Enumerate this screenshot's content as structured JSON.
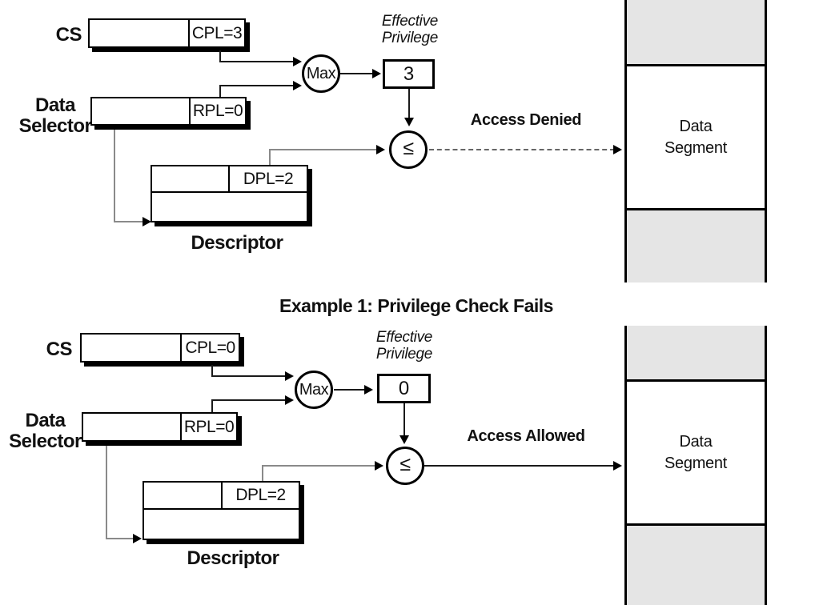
{
  "figure": {
    "caption": "Example 1: Privilege Check Fails",
    "colors": {
      "segment_fill": "#e5e5e5",
      "line_black": "#1a1a1a",
      "line_gray": "#8a8a8a"
    },
    "example1": {
      "cs_label": "CS",
      "cs_field": "CPL=3",
      "selector_label_line1": "Data",
      "selector_label_line2": "Selector",
      "selector_field": "RPL=0",
      "descriptor_field": "DPL=2",
      "descriptor_label": "Descriptor",
      "max_operator": "Max",
      "effective_label_line1": "Effective",
      "effective_label_line2": "Privilege",
      "effective_value": "3",
      "comparator": "≤",
      "result": "Access Denied",
      "result_line_style": "dashed",
      "segment_line1": "Data",
      "segment_line2": "Segment"
    },
    "example2": {
      "cs_label": "CS",
      "cs_field": "CPL=0",
      "selector_label_line1": "Data",
      "selector_label_line2": "Selector",
      "selector_field": "RPL=0",
      "descriptor_field": "DPL=2",
      "descriptor_label": "Descriptor",
      "max_operator": "Max",
      "effective_label_line1": "Effective",
      "effective_label_line2": "Privilege",
      "effective_value": "0",
      "comparator": "≤",
      "result": "Access Allowed",
      "result_line_style": "solid",
      "segment_line1": "Data",
      "segment_line2": "Segment"
    }
  }
}
